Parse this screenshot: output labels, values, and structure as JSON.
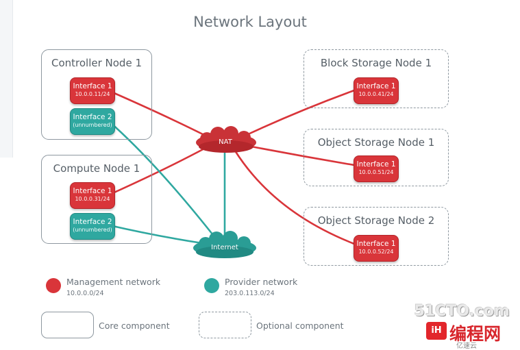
{
  "title": "Network Layout",
  "colors": {
    "management": "#d9353a",
    "provider": "#2fa8a0",
    "border": "#8d979f"
  },
  "nodes": {
    "controller": {
      "label": "Controller Node 1",
      "interfaces": [
        {
          "name": "Interface 1",
          "address": "10.0.0.11/24"
        },
        {
          "name": "Interface 2",
          "address": "(unnumbered)"
        }
      ]
    },
    "compute": {
      "label": "Compute Node 1",
      "interfaces": [
        {
          "name": "Interface 1",
          "address": "10.0.0.31/24"
        },
        {
          "name": "Interface 2",
          "address": "(unnumbered)"
        }
      ]
    },
    "block_storage": {
      "label": "Block Storage Node 1",
      "interfaces": [
        {
          "name": "Interface 1",
          "address": "10.0.0.41/24"
        }
      ]
    },
    "object_storage_1": {
      "label": "Object Storage Node 1",
      "interfaces": [
        {
          "name": "Interface 1",
          "address": "10.0.0.51/24"
        }
      ]
    },
    "object_storage_2": {
      "label": "Object Storage Node 2",
      "interfaces": [
        {
          "name": "Interface 1",
          "address": "10.0.0.52/24"
        }
      ]
    }
  },
  "clouds": {
    "nat": "NAT",
    "internet": "Internet"
  },
  "legend": {
    "management": {
      "label": "Management network",
      "subnet": "10.0.0.0/24"
    },
    "provider": {
      "label": "Provider network",
      "subnet": "203.0.113.0/24"
    },
    "core": "Core component",
    "optional": "Optional component"
  },
  "watermark": {
    "top": "51CTO.com",
    "logo": "iH",
    "name": "编程网",
    "bottom": "亿速云"
  }
}
